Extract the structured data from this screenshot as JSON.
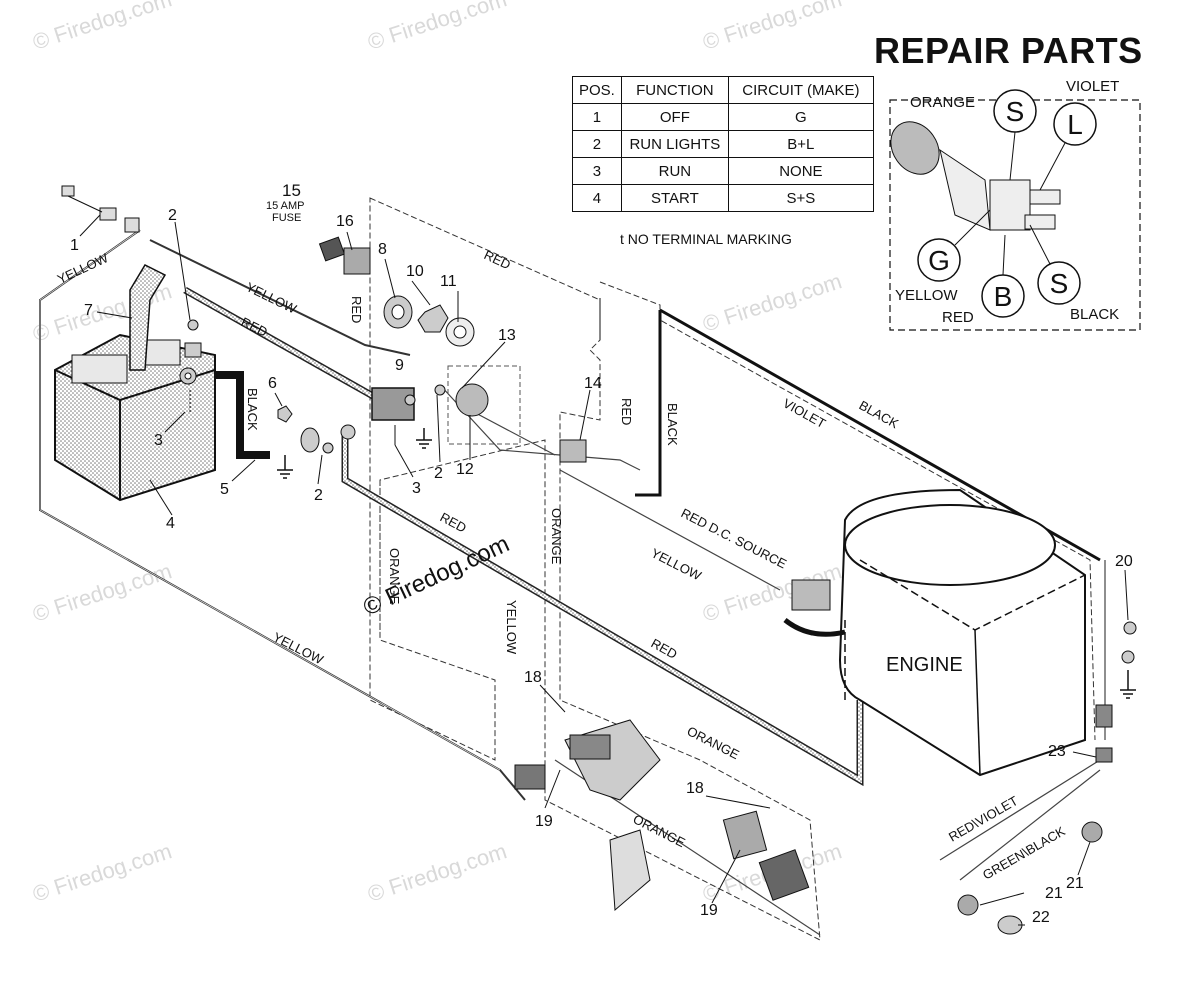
{
  "header": {
    "title": "REPAIR PARTS"
  },
  "switch_table": {
    "headers": [
      "POS.",
      "FUNCTION",
      "CIRCUIT  (MAKE)"
    ],
    "rows": [
      [
        "1",
        "OFF",
        "G"
      ],
      [
        "2",
        "RUN LIGHTS",
        "B+L"
      ],
      [
        "3",
        "RUN",
        "NONE"
      ],
      [
        "4",
        "START",
        "S+S"
      ]
    ],
    "note": "t  NO TERMINAL MARKING"
  },
  "terminals": {
    "s_top": "S",
    "l": "L",
    "g": "G",
    "b": "B",
    "s_bottom": "S",
    "orange": "ORANGE",
    "violet": "VIOLET",
    "yellow": "YELLOW",
    "red": "RED",
    "black": "BLACK"
  },
  "parts": {
    "p1": "1",
    "p2a": "2",
    "p2b": "2",
    "p2c": "2",
    "p3a": "3",
    "p3b": "3",
    "p4": "4",
    "p5": "5",
    "p6": "6",
    "p7": "7",
    "p8": "8",
    "p9": "9",
    "p10": "10",
    "p11": "11",
    "p12": "12",
    "p13": "13",
    "p14": "14",
    "p15": "15",
    "p16": "16",
    "p18a": "18",
    "p18b": "18",
    "p19a": "19",
    "p19b": "19",
    "p20": "20",
    "p21a": "21",
    "p21b": "21",
    "p22": "22",
    "p23": "23"
  },
  "fuse_text": {
    "line1": "15 AMP",
    "line2": "FUSE"
  },
  "wires": {
    "yellow1": "YELLOW",
    "yellow2": "YELLOW",
    "yellow3": "YELLOW",
    "yellow4": "YELLOW",
    "yellow5": "YELLOW",
    "red1": "RED",
    "red2": "RED",
    "red3": "RED",
    "red4": "RED",
    "red5": "RED",
    "red_dc": "RED  D.C. SOURCE",
    "black1": "BLACK",
    "black2": "BLACK",
    "black3": "BLACK",
    "violet": "VIOLET",
    "orange1": "ORANGE",
    "orange2": "ORANGE",
    "orange3": "ORANGE",
    "orange4": "ORANGE",
    "red_violet": "RED\\VIOLET",
    "green_black": "GREEN\\BLACK"
  },
  "engine_label": "ENGINE",
  "watermarks": {
    "main": "© Firedog.com",
    "faint": "© Firedog.com"
  }
}
